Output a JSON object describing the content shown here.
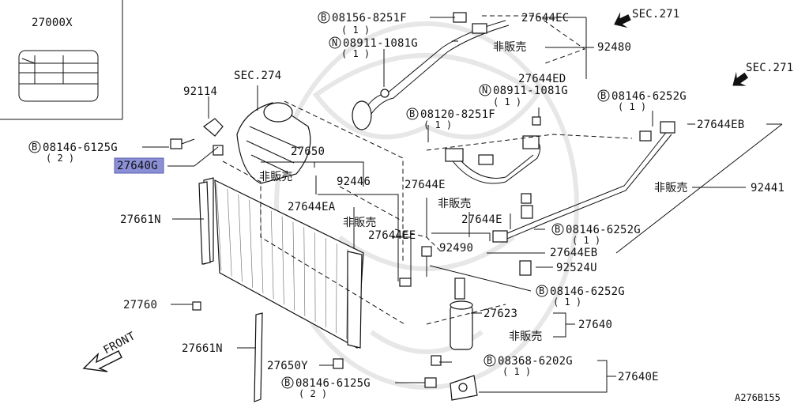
{
  "diagram_code": "A276B155",
  "legend_box": {
    "part_no": "27000X"
  },
  "direction_label": "FRONT",
  "highlight_color": "#8a8fd6",
  "labels": {
    "b_08156_8251f": {
      "marker": "B",
      "text": "08156-8251F",
      "qty": "( 1 )"
    },
    "n_08911_1081g_top": {
      "marker": "N",
      "text": "08911-1081G",
      "qty": "( 1 )"
    },
    "p27644ec": "27644EC",
    "sec271_top": "SEC.271",
    "not_sold_92480": "非販売",
    "p92480": "92480",
    "p27644ed": "27644ED",
    "n_08911_1081g_mid": {
      "marker": "N",
      "text": "08911-1081G",
      "qty": "( 1 )"
    },
    "b_08120_8251f": {
      "marker": "B",
      "text": "08120-8251F",
      "qty": "( 1 )"
    },
    "b_08146_6252g_top": {
      "marker": "B",
      "text": "08146-6252G",
      "qty": "( 1 )"
    },
    "sec271_right": "SEC.271",
    "p27644eb_top": "27644EB",
    "p92114": "92114",
    "sec274": "SEC.274",
    "b_08146_6125g_left": {
      "marker": "B",
      "text": "08146-6125G",
      "qty": "( 2 )"
    },
    "p27640g": "27640G",
    "p27650": "27650",
    "not_sold_27650": "非販売",
    "p92446": "92446",
    "p27644e_a": "27644E",
    "p27644ea": "27644EA",
    "not_sold_27644ea": "非販売",
    "not_sold_center": "非販売",
    "p27644e_b": "27644E",
    "p27644ee": "27644EE",
    "p92490": "92490",
    "not_sold_92441": "非販売",
    "p92441": "92441",
    "p27661n_top": "27661N",
    "b_08146_6252g_mid": {
      "marker": "B",
      "text": "08146-6252G",
      "qty": "( 1 )"
    },
    "p27644eb_mid": "27644EB",
    "p92524u": "92524U",
    "b_08146_6252g_low": {
      "marker": "B",
      "text": "08146-6252G",
      "qty": "( 1 )"
    },
    "p27760": "27760",
    "p27623": "27623",
    "p27640": "27640",
    "not_sold_27640": "非販売",
    "p27661n_bot": "27661N",
    "b_08368_6202g": {
      "marker": "B",
      "text": "08368-6202G",
      "qty": "( 1 )"
    },
    "p27650y": "27650Y",
    "p27640e": "27640E",
    "b_08146_6125g_bot": {
      "marker": "B",
      "text": "08146-6125G",
      "qty": "( 2 )"
    }
  }
}
